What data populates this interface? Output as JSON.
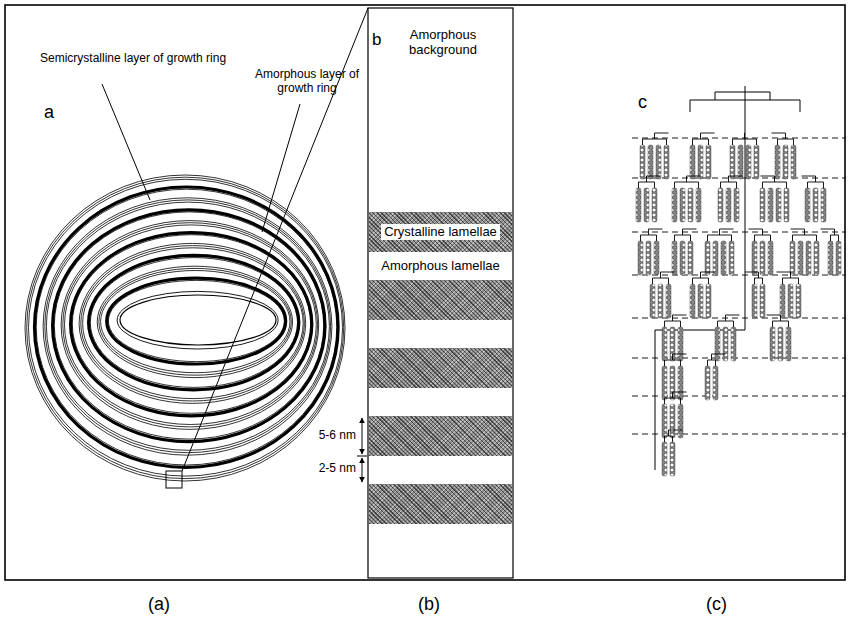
{
  "diagram": {
    "nodes": [
      {
        "text": [
          "Crystalline lamellae"
        ]
      },
      {
        "text": [
          "Amorphous lamellae"
        ]
      }
    ],
    "labels": [
      "Semicrystalline layer of growth ring",
      "a",
      "Amorphous layer of growth ring",
      "b",
      "Amorphous background",
      "5-6 nm",
      "2-5 nm",
      "c",
      "(a)",
      "(b)",
      "(c)"
    ]
  }
}
